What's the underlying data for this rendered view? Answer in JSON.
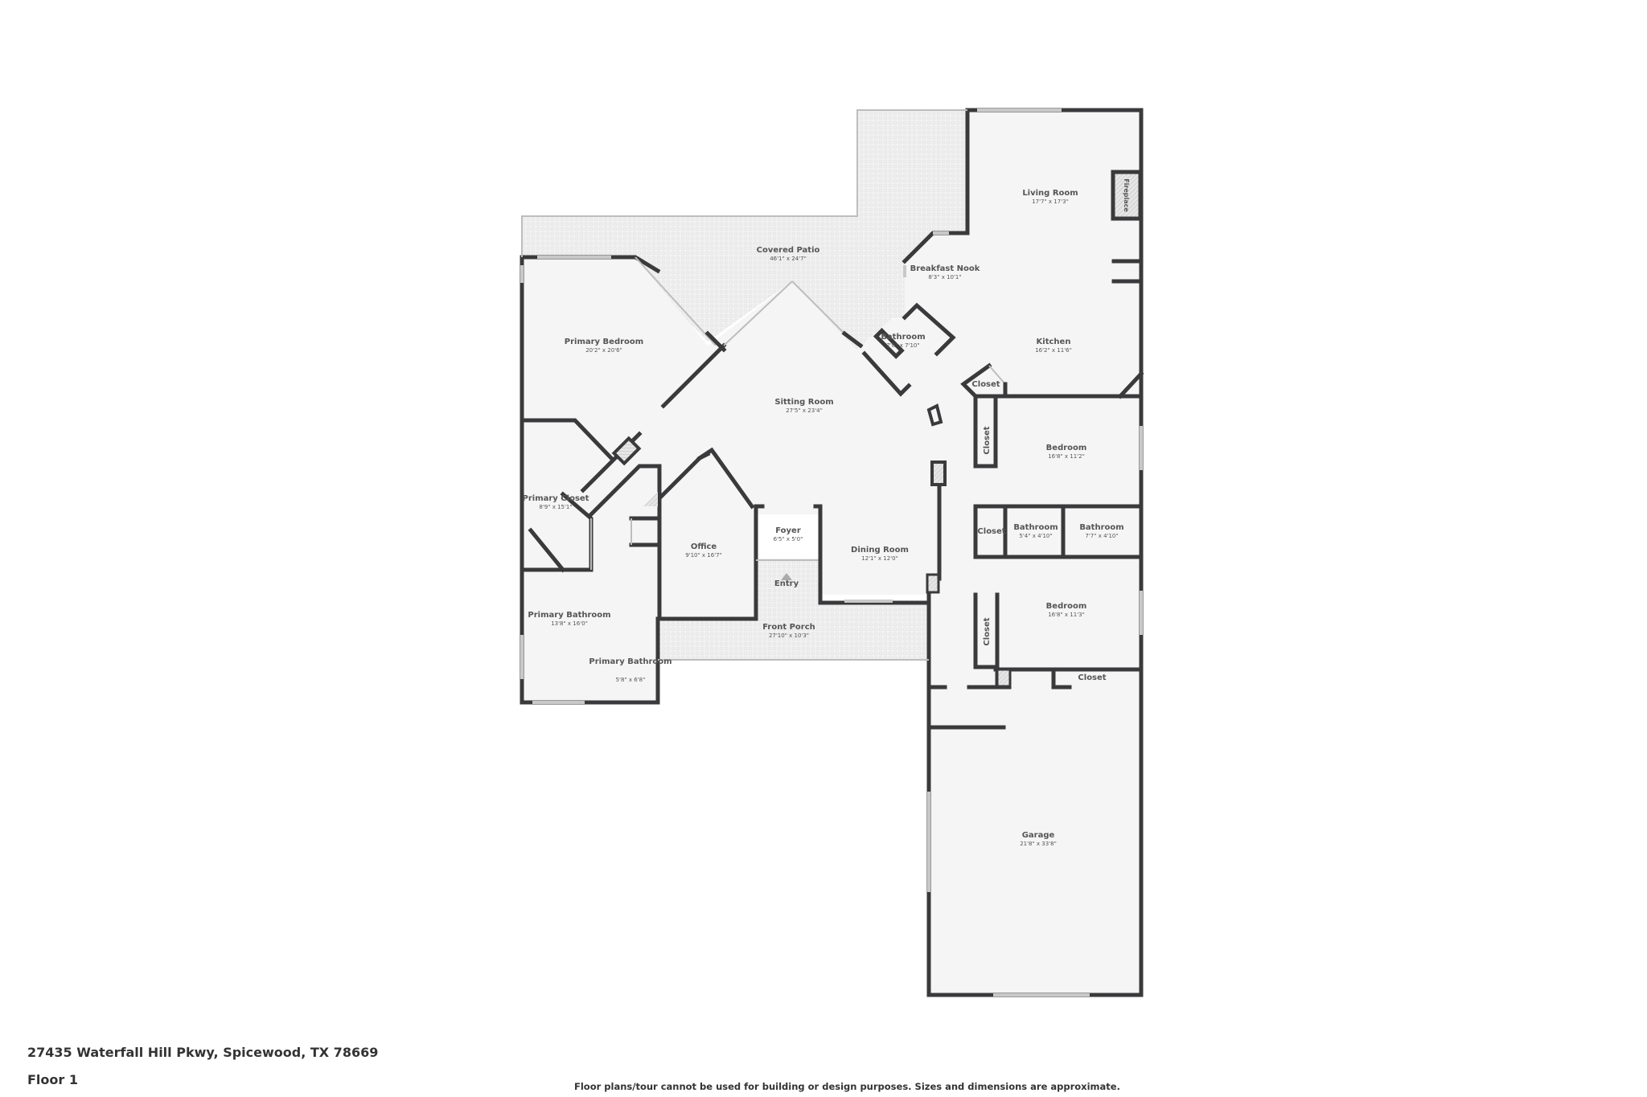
{
  "property": {
    "address": "27435 Waterfall Hill Pkwy, Spicewood, TX 78669",
    "floor_label": "Floor 1",
    "disclaimer": "Floor plans/tour cannot be used for building or design purposes. Sizes and dimensions are approximate."
  },
  "rooms": [
    {
      "name": "Covered Patio",
      "dims": "46'1\" x 24'7\""
    },
    {
      "name": "Living Room",
      "dims": "17'7\" x 17'3\""
    },
    {
      "name": "Fireplace",
      "dims": ""
    },
    {
      "name": "Breakfast Nook",
      "dims": "8'3\" x 10'1\""
    },
    {
      "name": "Primary Bedroom",
      "dims": "20'2\" x 20'6\""
    },
    {
      "name": "Bathroom",
      "dims": "7'8\" x 7'10\""
    },
    {
      "name": "Kitchen",
      "dims": "16'2\" x 11'6\""
    },
    {
      "name": "Closet",
      "dims": ""
    },
    {
      "name": "Sitting Room",
      "dims": "27'5\" x 23'4\""
    },
    {
      "name": "Closet",
      "dims": ""
    },
    {
      "name": "Bedroom",
      "dims": "16'8\" x 11'2\""
    },
    {
      "name": "Primary Closet",
      "dims": "8'9\" x 15'1\""
    },
    {
      "name": "Foyer",
      "dims": "6'5\" x 5'0\""
    },
    {
      "name": "Office",
      "dims": "9'10\" x 16'7\""
    },
    {
      "name": "Dining Room",
      "dims": "12'1\" x 12'0\""
    },
    {
      "name": "Closet",
      "dims": ""
    },
    {
      "name": "Bathroom",
      "dims": "5'4\" x 4'10\""
    },
    {
      "name": "Bathroom",
      "dims": "7'7\" x 4'10\""
    },
    {
      "name": "Entry",
      "dims": ""
    },
    {
      "name": "Bedroom",
      "dims": "16'8\" x 11'3\""
    },
    {
      "name": "Closet",
      "dims": ""
    },
    {
      "name": "Primary Bathroom",
      "dims": "13'8\" x 16'0\""
    },
    {
      "name": "Front Porch",
      "dims": "27'10\" x 10'3\""
    },
    {
      "name": "Primary Bathroom",
      "dims": "5'8\" x 6'8\""
    },
    {
      "name": "Closet",
      "dims": ""
    },
    {
      "name": "Garage",
      "dims": "21'8\" x 33'8\""
    }
  ],
  "colors": {
    "wall": "#3a3a3c",
    "floor": "#f5f5f5",
    "text": "#555555",
    "background": "#ffffff"
  }
}
